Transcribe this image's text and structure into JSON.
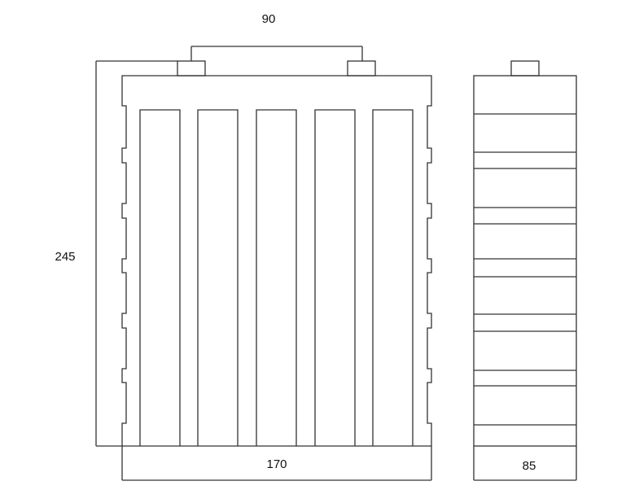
{
  "dimensions": {
    "terminal_spacing": "90",
    "height": "245",
    "width": "170",
    "depth": "85"
  },
  "colors": {
    "line": "#333333",
    "text": "#111111",
    "background": "#ffffff"
  }
}
